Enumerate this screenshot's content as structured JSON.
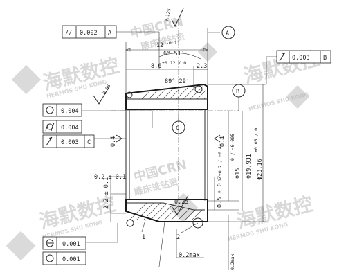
{
  "datum_labels": {
    "a": "A",
    "b": "B",
    "c": "C"
  },
  "feature_frames": {
    "parallelism_top": {
      "symbol": "//",
      "tolerance": "0.002",
      "datum": "A"
    },
    "runout_right": {
      "symbol": "runout",
      "tolerance": "0.003",
      "datum": "B"
    },
    "roundness_left": {
      "symbol": "circle",
      "tolerance": "0.004"
    },
    "cylindricity_left": {
      "symbol": "cylindricity",
      "tolerance": "0.004"
    },
    "runout_left": {
      "symbol": "runout",
      "tolerance": "0.003",
      "datum": "C"
    },
    "bottom_1": {
      "tolerance": "0.001"
    },
    "bottom_2": {
      "symbol": "circle",
      "tolerance": "0.001"
    }
  },
  "dimensions": {
    "top_roughness": "0.125",
    "length_12": "12",
    "length_12_tol": "-0.1",
    "angle_6_51": "6° 51′",
    "length_86": "8.6",
    "length_86_tol": "+0.12 / 0",
    "length_23": "2.3",
    "angle_89_29": "89° 29′",
    "left_roughness": "0.05",
    "wall_04_left": "0.4",
    "wall_04_right": "0.4",
    "gap_02": "0.2 ± 0.1",
    "height_22": "2.2 ± 0.1",
    "height_05": "0.5 ± 0.2",
    "phi_15": "Φ15",
    "phi_15_tol": "0 / −0.005",
    "phi_19931": "Φ19.931",
    "phi_2316": "Φ23.16",
    "phi_2316_tol": "+0.05 / 0",
    "tol_1_02": "1 +0.2 / −0.4",
    "bottom_roughness": "0.25",
    "max_02": "0.2max",
    "bottom_right_max": "0.2max",
    "leader_1": "1",
    "leader_2": "2"
  },
  "watermark": {
    "brand_zh": "海默数控",
    "brand_en": "HERMOS SHU KONG",
    "center_zh": "中国CRN",
    "center_sub": "雕床铣钻资"
  }
}
